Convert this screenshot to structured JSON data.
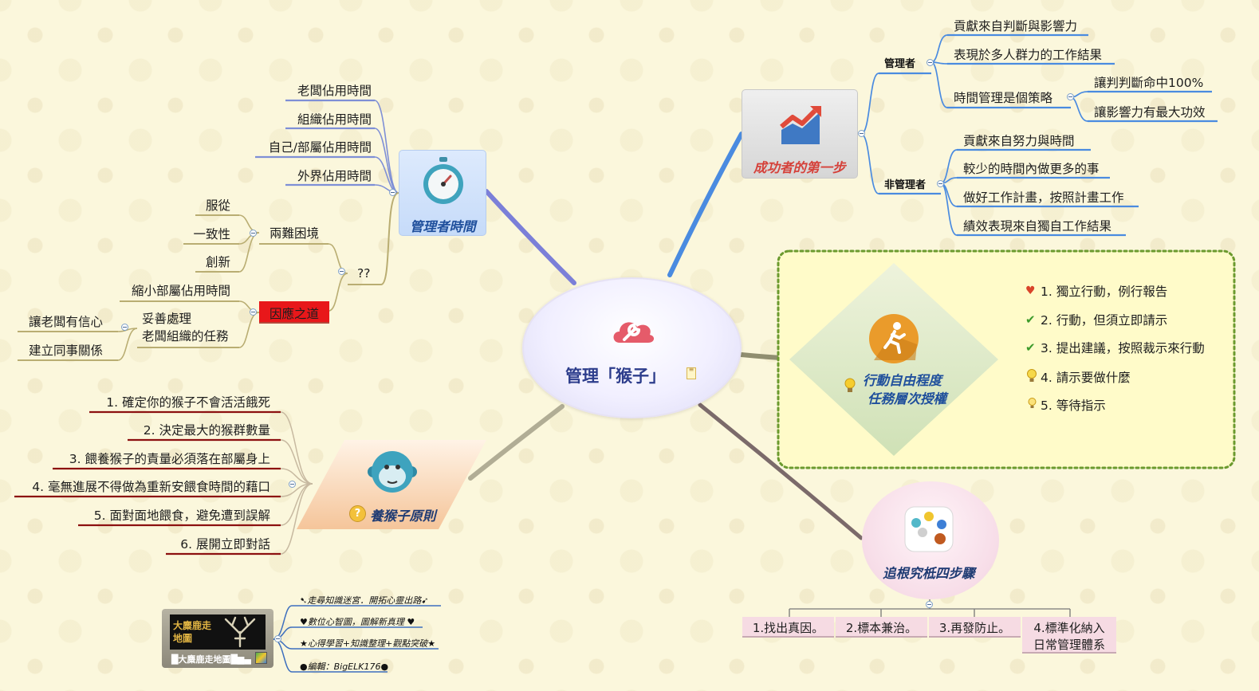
{
  "center": {
    "title": "管理「猴子」"
  },
  "manager_time": {
    "title": "管理者時間",
    "items": [
      "老闆佔用時間",
      "組織佔用時間",
      "自己/部屬佔用時間",
      "外界佔用時間"
    ],
    "qq": {
      "label": "??",
      "dilemma": {
        "label": "兩難困境",
        "items": [
          "服從",
          "一致性",
          "創新"
        ]
      },
      "response": {
        "label": "因應之道",
        "items": [
          "縮小部屬佔用時間"
        ],
        "handle": {
          "label_line1": "妥善處理",
          "label_line2": "老闆組織的任務",
          "items": [
            "讓老闆有信心",
            "建立同事關係"
          ]
        }
      }
    }
  },
  "monkey_rules": {
    "title": "養猴子原則",
    "items": [
      "1.  確定你的猴子不會活活餓死",
      "2.  決定最大的猴群數量",
      "3.  餵養猴子的責量必須落在部屬身上",
      "4.  毫無進展不得做為重新安餵食時間的藉口",
      "5.  面對面地餵食，避免遭到誤解",
      "6.  展開立即對話"
    ]
  },
  "success": {
    "title": "成功者的第一步",
    "manager": {
      "label": "管理者",
      "items": [
        "貢獻來自判斷與影響力",
        "表現於多人群力的工作結果"
      ],
      "strategy": {
        "label": "時間管理是個策略",
        "items": [
          "讓判判斷命中100%",
          "讓影響力有最大功效"
        ]
      }
    },
    "non_manager": {
      "label": "非管理者",
      "items": [
        "貢獻來自努力與時間",
        "較少的時間內做更多的事",
        "做好工作計畫，按照計畫工作",
        "績效表現來自獨自工作結果"
      ]
    }
  },
  "freedom": {
    "title_line1": "行動自由程度",
    "title_line2": "任務層次授權",
    "items": [
      "1.  獨立行動，例行報告",
      "2.  行動，但須立即請示",
      "3.  提出建議，按照裁示來行動",
      "4.  請示要做什麼",
      "5.  等待指示"
    ]
  },
  "root_cause": {
    "title": "追根究柢四步驟",
    "steps": [
      "1.找出真因。",
      "2.標本兼治。",
      "3.再發防止。"
    ],
    "step4_line1": "4.標準化納入",
    "step4_line2": "日常管理體系"
  },
  "credit": {
    "logo_caption": "█大麋鹿走地圖█▆▄",
    "logo_glyph": "大麋鹿走地圖",
    "lines": [
      "➷走尋知識迷宮．開拓心靈出路➹",
      "♥數位心智圖，圖解新真理 ♥",
      "★心得學習+知識整理+觀點突破★",
      "●編輯：BigELK176●"
    ]
  },
  "colors": {
    "blue_line": "#4a8be0",
    "olive_line": "#b9ad72",
    "red_line": "#8c1010",
    "tan_line": "#c7ae88",
    "accent_red": "#e8171a"
  },
  "icons": [
    "stopwatch-icon",
    "monkey-icon",
    "rising-chart-icon",
    "running-man-icon",
    "palette-icon",
    "wrench-cloud-icon",
    "question-icon",
    "bulb-icon",
    "heart-icon",
    "check-icon",
    "note-icon"
  ]
}
